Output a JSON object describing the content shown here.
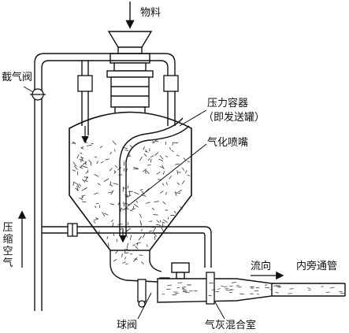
{
  "labels": {
    "material": "物料",
    "cutoff_valve": "截气阀",
    "pressure_vessel": "压力容器",
    "vessel_note": "（即发送罐）",
    "nozzle": "气化喷嘴",
    "compressed_air": "压缩空气",
    "flow_direction": "流向",
    "conveying_pipe": "内旁通管",
    "ball_valve": "球阀",
    "mixing_chamber": "气灰混合室"
  },
  "colors": {
    "line": "#111111",
    "fill": "#ffffff"
  },
  "icons": [
    "down-arrow-icon",
    "up-arrow-icon",
    "right-arrow-icon",
    "valve-icon"
  ]
}
